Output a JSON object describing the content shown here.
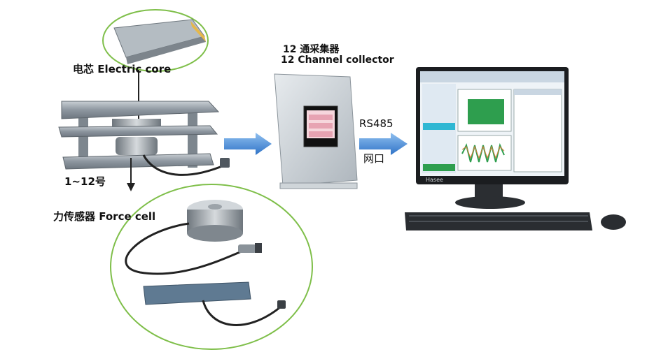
{
  "labels": {
    "electric_core": "电芯 Electric core",
    "collector_cn": "12  通采集器",
    "collector_en": "12 Channel collector",
    "rs485": "RS485",
    "network": "网口",
    "channels": "1~12号",
    "force_cell": "力传感器 Force cell",
    "monitor_brand": "Hasee"
  },
  "colors": {
    "ellipse_border": "#7fbf4a",
    "arrow_blue": "#3a7fd1",
    "steel": "#9aa4ad",
    "screen_green": "#2e9e4e"
  },
  "icons": [
    "arrow-right-icon",
    "arrow-down-icon"
  ]
}
